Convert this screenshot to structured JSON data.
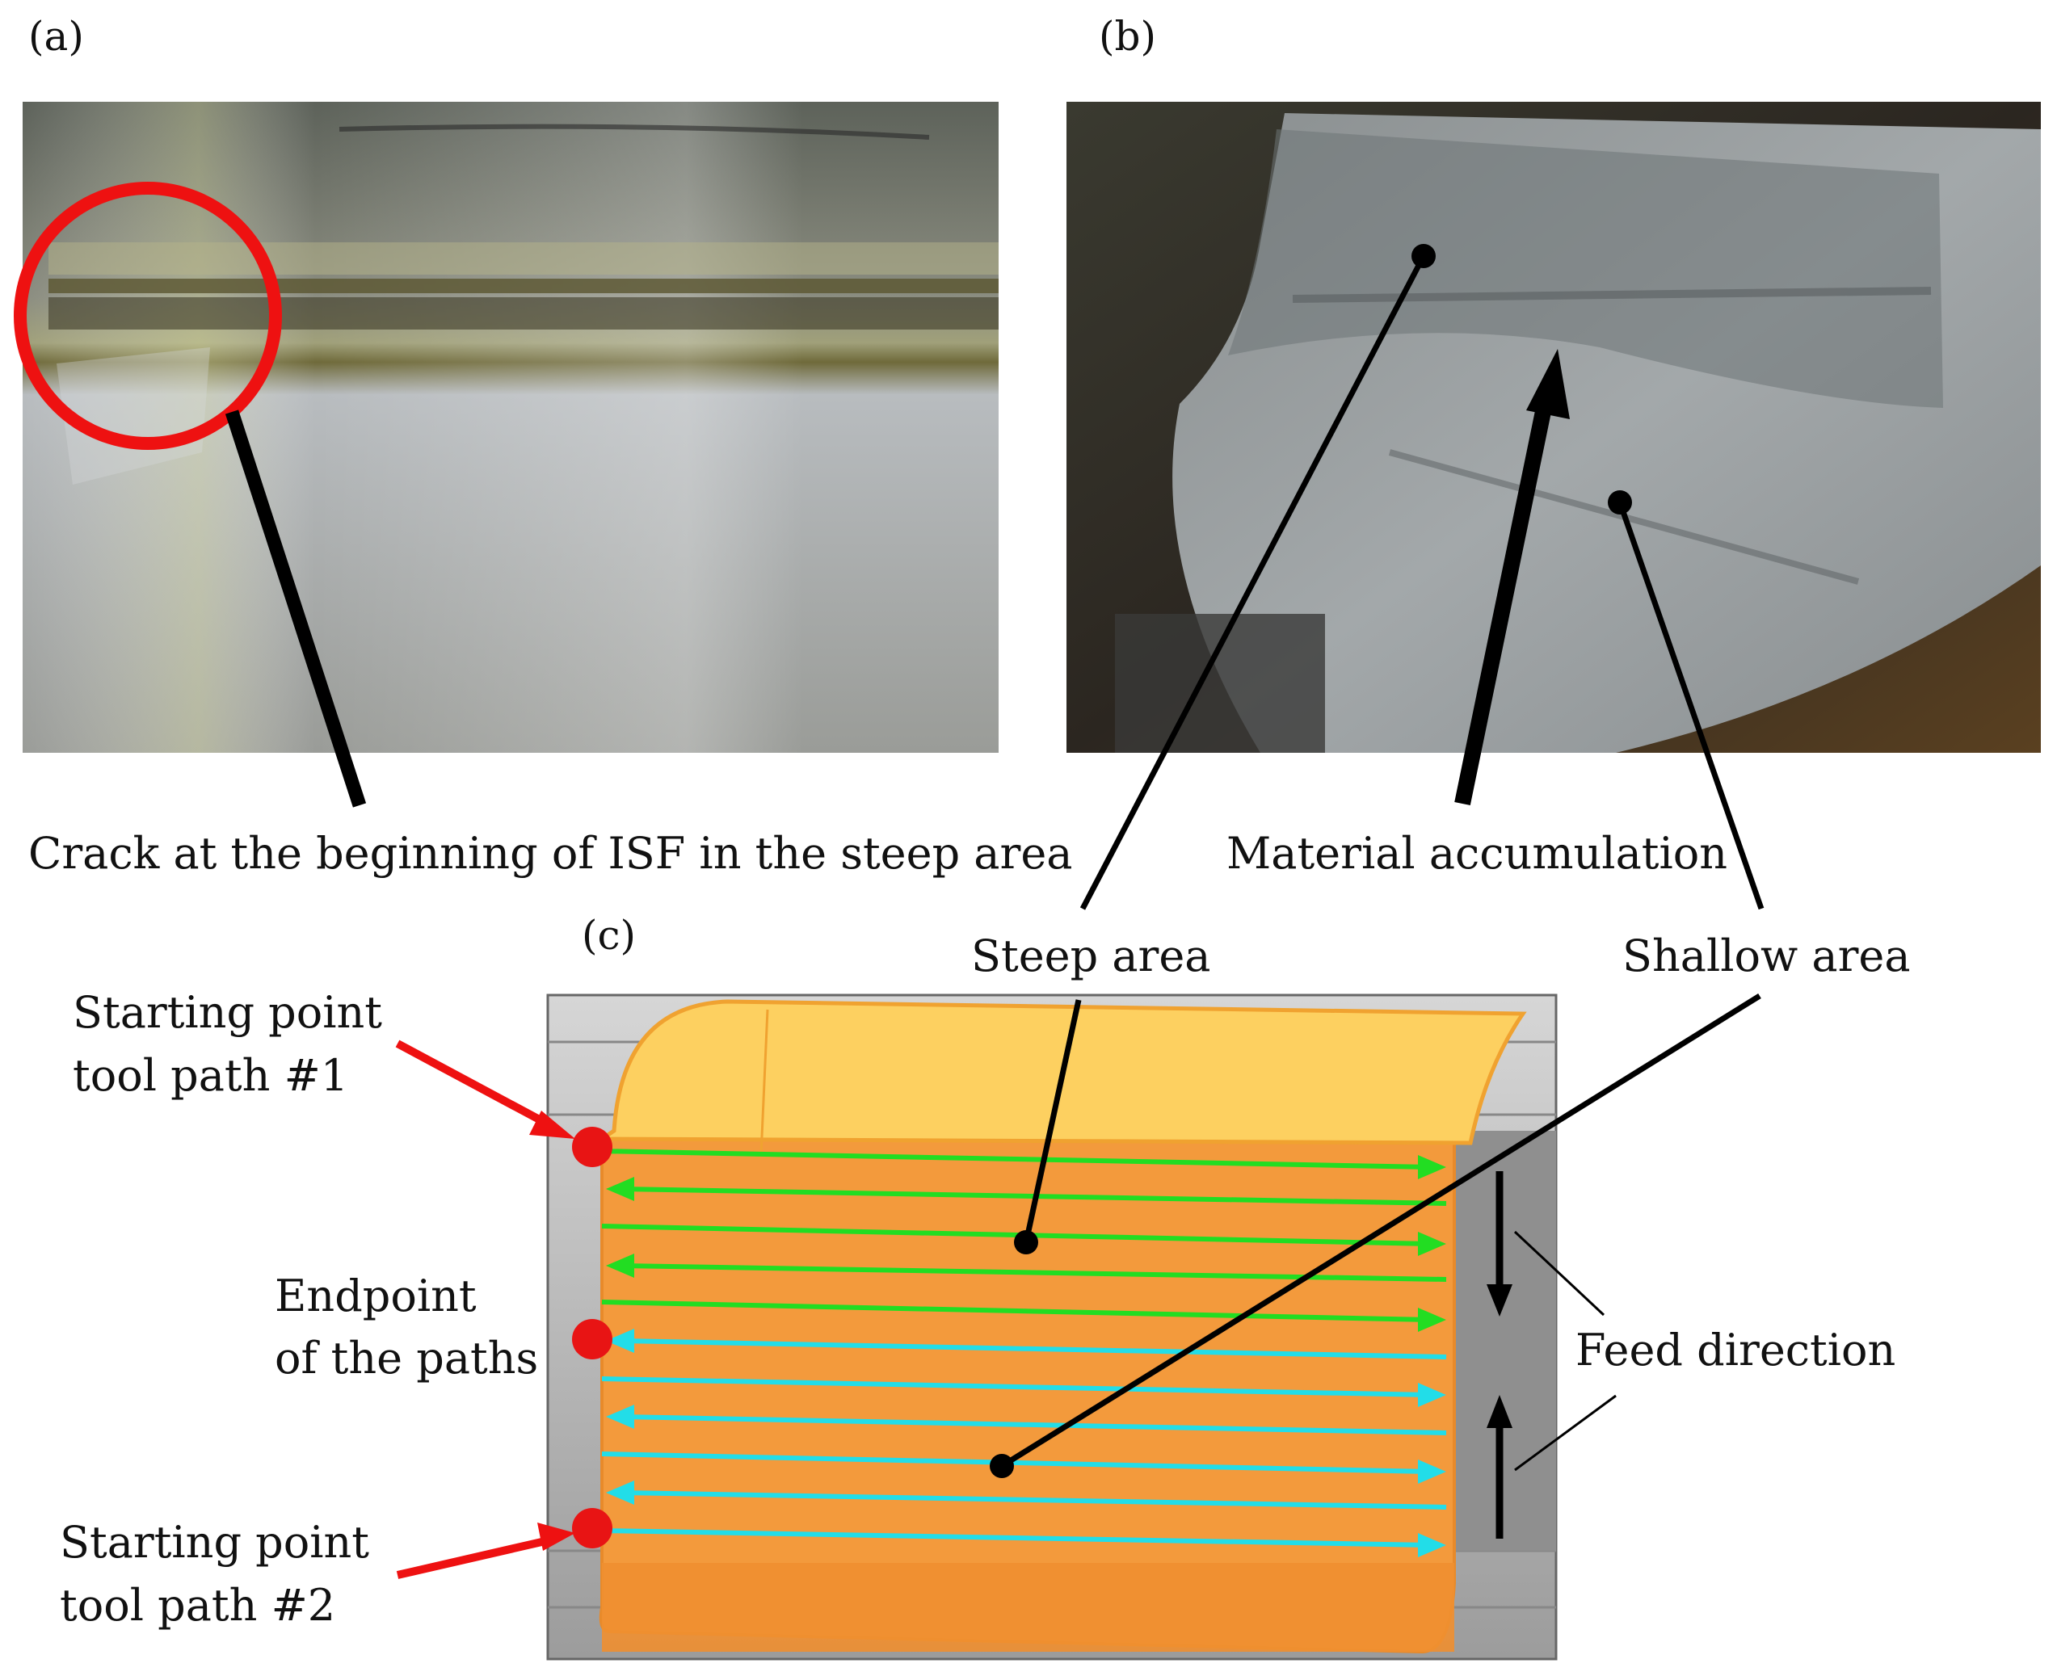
{
  "panels": {
    "a": {
      "label": "(a)",
      "caption": "Crack at the beginning of ISF in the steep area"
    },
    "b": {
      "label": "(b)",
      "caption": "Material accumulation"
    },
    "c": {
      "label": "(c)",
      "steep_area": "Steep area",
      "shallow_area": "Shallow area",
      "start1_line1": "Starting point",
      "start1_line2": "tool path #1",
      "end_line1": "Endpoint",
      "end_line2": "of the paths",
      "start2_line1": "Starting point",
      "start2_line2": "tool path #2",
      "feed_direction": "Feed direction"
    }
  },
  "colors": {
    "highlight_circle": "#ee1111",
    "start_marker": "#e81414",
    "path_group_1": "#22dd22",
    "path_group_2": "#22dde8",
    "surface": "#f39a3c",
    "surface_top": "#fdd060",
    "leader": "#000000"
  }
}
